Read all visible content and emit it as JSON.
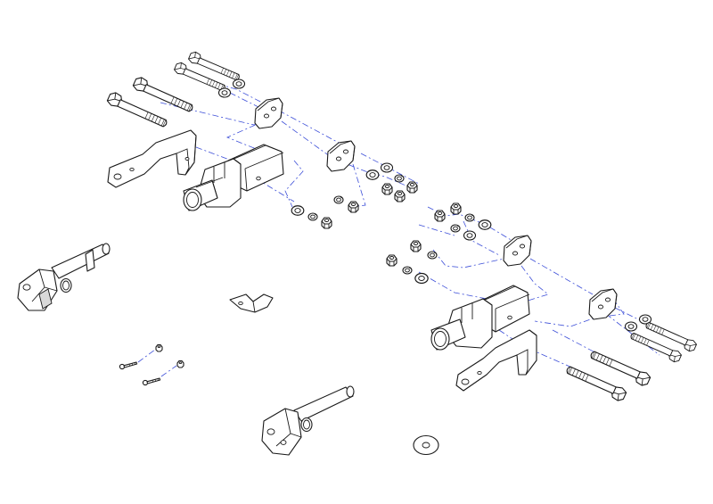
{
  "colors": {
    "background": "#ffffff",
    "outline": "#1a1a1a",
    "assembly_guide": "#3d4fd8",
    "shading": "#d9d9d9"
  },
  "parts": [
    {
      "id": "long-bolt",
      "count": 5
    },
    {
      "id": "mounting-tab",
      "count": 4
    },
    {
      "id": "flat-washer",
      "count": 14
    },
    {
      "id": "lock-washer",
      "count": 6
    },
    {
      "id": "hex-nut",
      "count": 12
    },
    {
      "id": "receiver-bracket",
      "count": 2
    },
    {
      "id": "side-arm",
      "count": 2
    },
    {
      "id": "hitch-pin-with-clevis",
      "count": 2
    },
    {
      "id": "wire-clip-bracket",
      "count": 1
    },
    {
      "id": "small-screw",
      "count": 2
    },
    {
      "id": "small-nut",
      "count": 2
    },
    {
      "id": "large-washer",
      "count": 1
    }
  ]
}
